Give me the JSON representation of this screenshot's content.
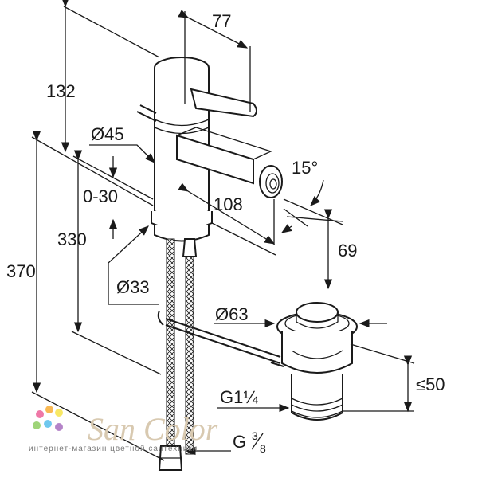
{
  "diagram": {
    "dimensions": {
      "d77": "77",
      "d132": "132",
      "d45": "Ø45",
      "d15deg": "15°",
      "d030": "0-30",
      "d108": "108",
      "d330": "330",
      "d69": "69",
      "d370": "370",
      "d33": "Ø33",
      "d63": "Ø63",
      "dle50": "≤50",
      "g114": "G1¼",
      "g38_main": "G",
      "g38_num": "3",
      "g38_den": "8"
    },
    "watermark": {
      "brand": "San Color",
      "tagline": "интернет-магазин цветной сантехники",
      "dot_colors": [
        "#e94b8a",
        "#f7a21b",
        "#f5e030",
        "#7ec64b",
        "#3fb6e8",
        "#9b59b6"
      ]
    }
  }
}
